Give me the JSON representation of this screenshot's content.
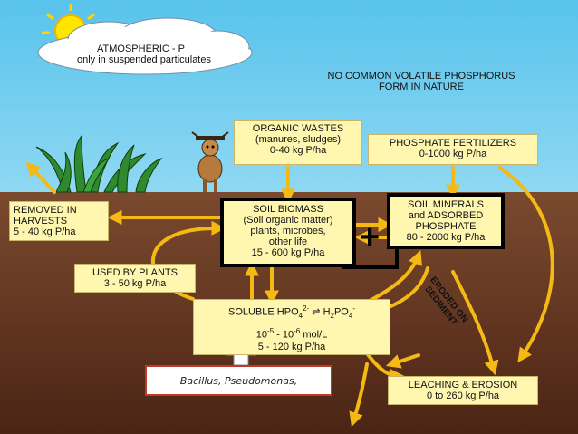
{
  "atmospheric": {
    "line1": "ATMOSPHERIC - P",
    "line2": "only in suspended particulates"
  },
  "no_volatile": {
    "line1": "NO COMMON VOLATILE PHOSPHORUS",
    "line2": "FORM IN NATURE"
  },
  "organic_wastes": {
    "line1": "ORGANIC WASTES",
    "line2": "(manures, sludges)",
    "line3": "0-40 kg P/ha"
  },
  "fertilizers": {
    "line1": "PHOSPHATE FERTILIZERS",
    "line2": "0-1000 kg P/ha"
  },
  "removed": {
    "line1": "REMOVED IN",
    "line2": "HARVESTS",
    "line3": "5 - 40 kg P/ha"
  },
  "biomass": {
    "line1": "SOIL BIOMASS",
    "line2": "(Soil organic matter)",
    "line3": "plants, microbes,",
    "line4": "other life",
    "line5": "15 - 600 kg P/ha"
  },
  "plus_sign": "+",
  "minerals": {
    "line1": "SOIL MINERALS",
    "line2": "and ADSORBED",
    "line3": "PHOSPHATE",
    "line4": "80 - 2000 kg P/ha"
  },
  "used_by_plants": {
    "line1": "USED BY PLANTS",
    "line2": "3 - 50 kg P/ha"
  },
  "eroded": {
    "line1": "ERODED ON",
    "line2": "SEDIMENT"
  },
  "soluble": {
    "prefix": "SOLUBLE HPO",
    "hpo_sub": "4",
    "hpo_sup": "2-",
    "arrow": "⇌",
    "h2po": "H",
    "h2po_sub": "2",
    "h2po_rest": "PO",
    "h2po_sub2": "4",
    "h2po_sup": "-",
    "conc_a": "10",
    "conc_a_exp": "-5",
    "conc_mid": " - 10",
    "conc_b_exp": "-6",
    "conc_unit": " mol/L",
    "amount": "5 - 120 kg P/ha"
  },
  "leaching": {
    "line1": "LEACHING & EROSION",
    "line2": "0 to 260 kg P/ha"
  },
  "bacteria_label": "Bacillus, Pseudomonas,",
  "colors": {
    "arrow": "#f5b914",
    "box_fill": "#fff7b0",
    "sky": "#58c3ec",
    "soil": "#6b3b24",
    "label_border": "#c0392b"
  },
  "icons": [
    "sun-icon",
    "cloud-icon",
    "plant-icon",
    "cow-icon",
    "up-arrow-icon"
  ]
}
